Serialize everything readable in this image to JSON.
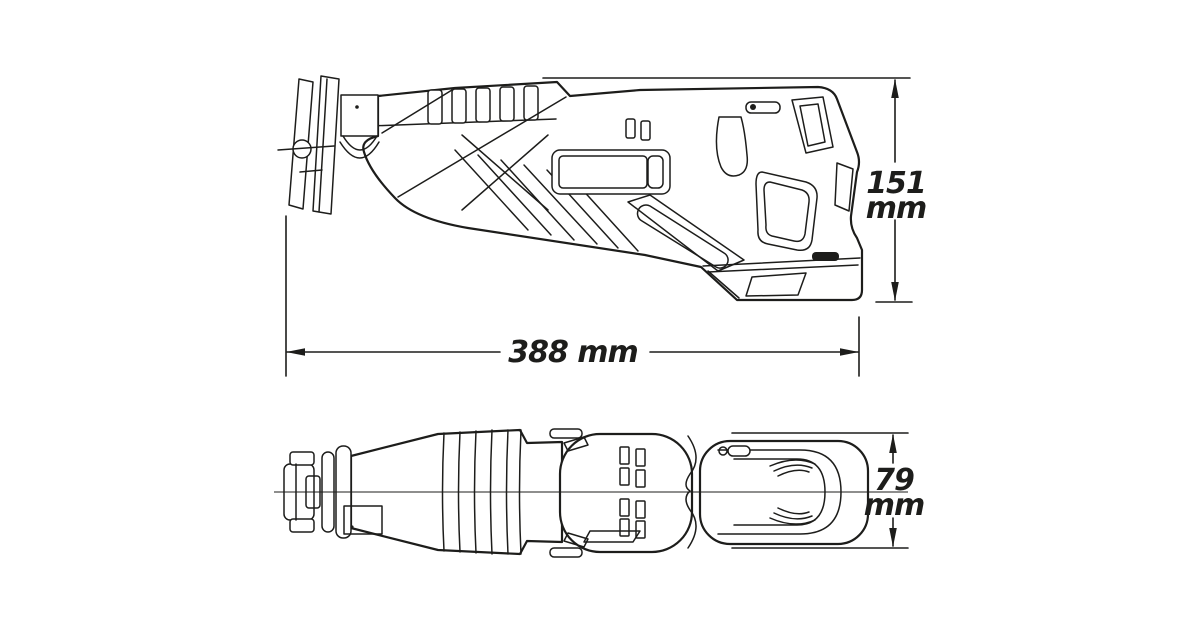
{
  "meta": {
    "title": "Cordless reciprocating saw dimensional drawing",
    "background_color": "#ffffff",
    "line_color": "#1d1d1b"
  },
  "views": {
    "side_view": {
      "description": "Reciprocating saw side view with shoe, blade clamp, ribbed gear housing, D-handle with trigger and battery pack"
    },
    "top_view": {
      "description": "Reciprocating saw top view with blade clamp, tapered ribbed nose, motor housing with vents and loop handle"
    }
  },
  "dimensions": {
    "height": {
      "value": "151",
      "unit": "mm",
      "label": "151 mm",
      "orientation": "vertical"
    },
    "length": {
      "value": "388",
      "unit": "mm",
      "label": "388 mm",
      "orientation": "horizontal"
    },
    "width": {
      "value": "79",
      "unit": "mm",
      "label": "79 mm",
      "orientation": "vertical"
    }
  }
}
